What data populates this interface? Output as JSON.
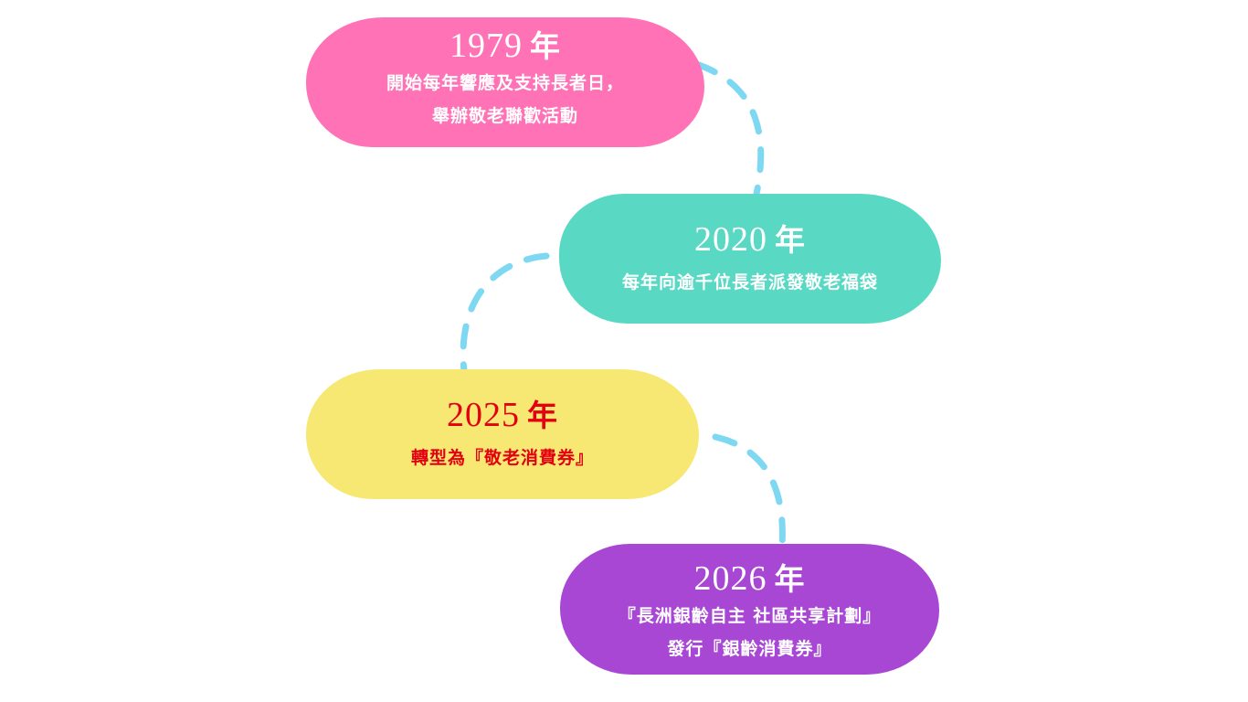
{
  "colors": {
    "connector": "#7fd8f2",
    "pink": "#ff72b6",
    "teal": "#59d9c3",
    "yellow": "#f6e873",
    "purple": "#a747d4",
    "light_text": "#ffffff",
    "highlight_text": "#e3000f"
  },
  "milestones": [
    {
      "year": "1979",
      "suffix": "年",
      "lines": [
        "開始每年響應及支持長者日，",
        "舉辦敬老聯歡活動"
      ],
      "color": "#ff72b6",
      "text_color": "#ffffff"
    },
    {
      "year": "2020",
      "suffix": "年",
      "lines": [
        "每年向逾千位長者派發敬老福袋"
      ],
      "color": "#59d9c3",
      "text_color": "#ffffff"
    },
    {
      "year": "2025",
      "suffix": "年",
      "lines": [
        "轉型為『敬老消費券』"
      ],
      "color": "#f6e873",
      "text_color": "#e3000f"
    },
    {
      "year": "2026",
      "suffix": "年",
      "lines": [
        "『長洲銀齡自主  社區共享計劃』",
        "發行『銀齡消費券』"
      ],
      "color": "#a747d4",
      "text_color": "#ffffff"
    }
  ]
}
